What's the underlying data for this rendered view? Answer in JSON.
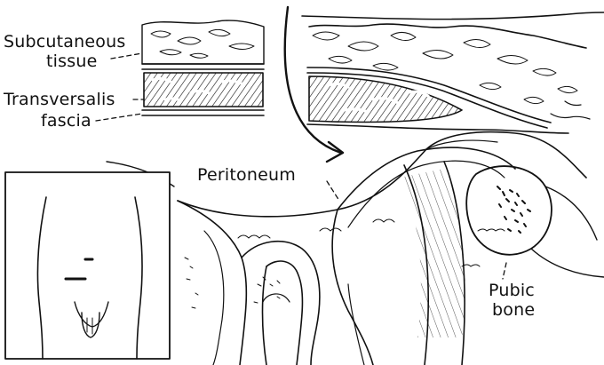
{
  "labels": {
    "subcutaneous_line1": "Subcutaneous",
    "subcutaneous_line2": "tissue",
    "transversalis_line1": "Transversalis",
    "transversalis_line2": "fascia",
    "peritoneum": "Peritoneum",
    "pubic_line1": "Pubic",
    "pubic_line2": "bone"
  },
  "colors": {
    "ink": "#111111",
    "paper": "#ffffff",
    "muscle_dark": "#1a1a1a"
  }
}
